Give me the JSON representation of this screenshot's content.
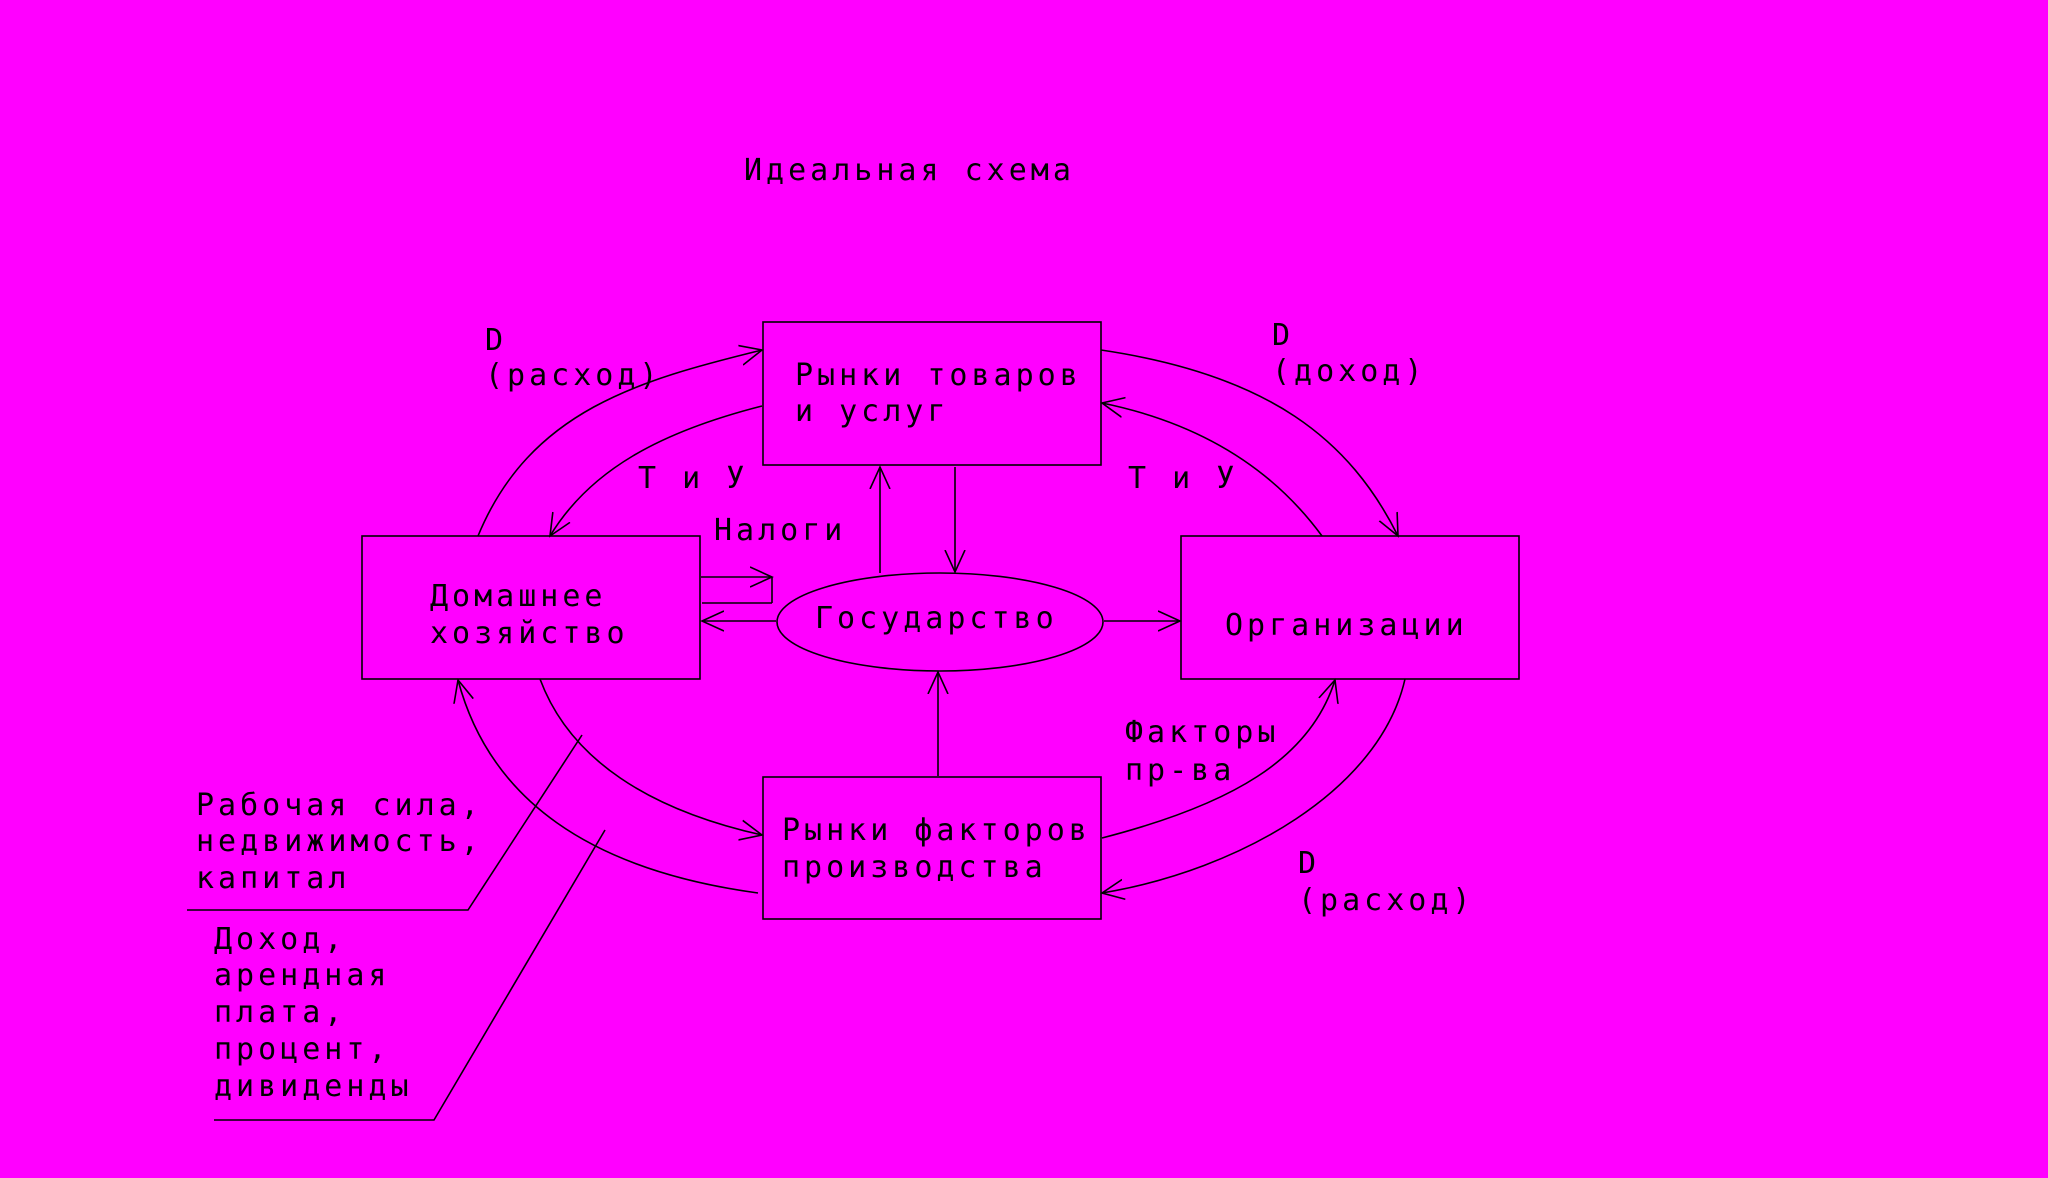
{
  "title": "Идеальная схема",
  "nodes": {
    "goods_market": [
      "Рынки товаров",
      "и услуг"
    ],
    "households": [
      "Домашнее",
      "хозяйство"
    ],
    "government": "Государство",
    "organizations": "Организации",
    "factor_market": [
      "Рынки факторов",
      "производства"
    ]
  },
  "labels": {
    "d_expense_top": [
      "D",
      "(расход)"
    ],
    "d_income_top": [
      "D",
      "(доход)"
    ],
    "goods_services_left": "Т и У",
    "goods_services_right": "Т и У",
    "taxes": "Налоги",
    "factors_production": [
      "Факторы",
      "пр-ва"
    ],
    "d_expense_bottom": [
      "D",
      "(расход)"
    ],
    "labor_capital": [
      "Рабочая сила,",
      "недвижимость,",
      "капитал"
    ],
    "income_rent": [
      "Доход,",
      "арендная",
      "плата,",
      "процент,",
      "дивиденды"
    ]
  },
  "colors": {
    "background": "#FF00FF",
    "lines": "#000000"
  }
}
